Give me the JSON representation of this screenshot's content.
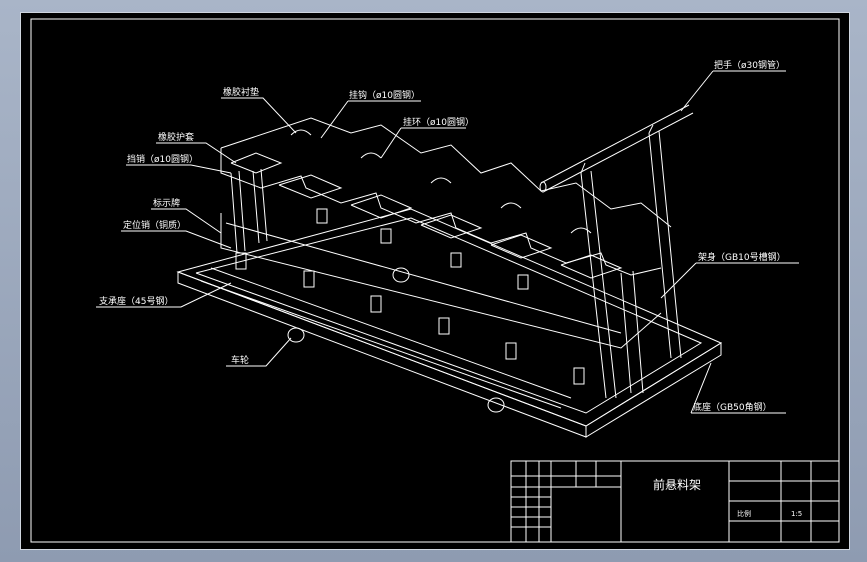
{
  "drawing": {
    "title": "前悬料架",
    "labels": {
      "handle": "把手（ø30钢管）",
      "rubber_pad": "橡胶衬垫",
      "hook": "挂钩（ø10圆钢）",
      "ring": "挂环（ø10圆钢）",
      "rubber_sleeve": "橡胶护套",
      "stop_pin": "挡销（ø10圆钢）",
      "sign_board": "标示牌",
      "locating_pin": "定位销（铜质）",
      "support_seat": "支承座（45号钢）",
      "wheel": "车轮",
      "frame_body": "架身（GB10号槽钢）",
      "base": "底座（GB50角钢）"
    },
    "title_block": {
      "cell_a": "比例",
      "cell_b": "1:5"
    }
  },
  "colors": {
    "background": "#000000",
    "lines": "#ffffff",
    "outer_frame": "#9aa7bd"
  }
}
